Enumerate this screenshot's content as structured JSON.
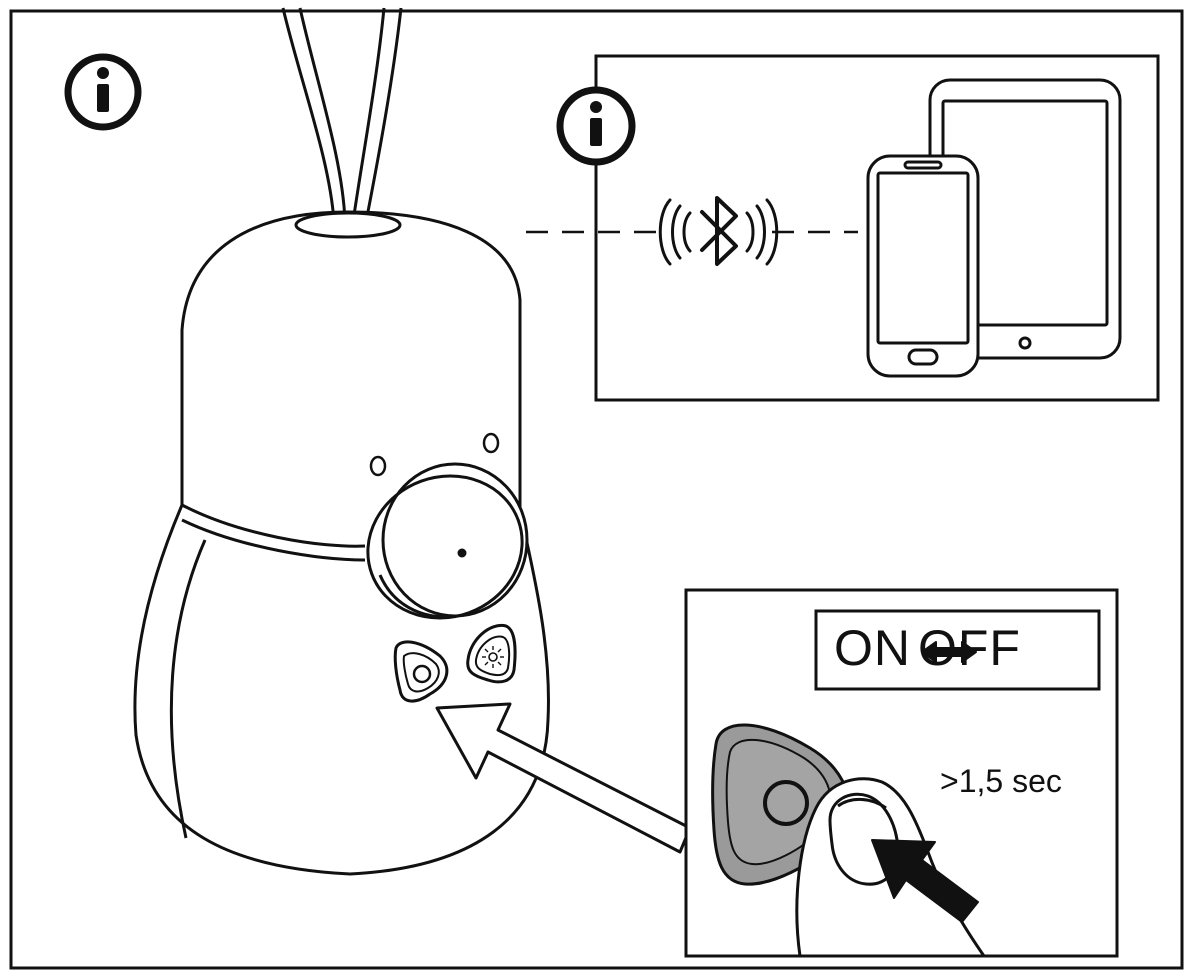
{
  "labels": {
    "on": "ON",
    "off": "OFF",
    "duration": ">1,5 sec"
  },
  "icons": {
    "main_info": "info-icon",
    "inset_info": "info-icon",
    "bluetooth": "bluetooth-icon",
    "smartphone": "smartphone-icon",
    "tablet": "tablet-icon",
    "power_button": "power-button-icon",
    "light_button": "light-button-icon",
    "finger": "finger-press-icon",
    "arrow": "pointer-arrow-icon",
    "toggle_arrow": "toggle-arrow-icon"
  },
  "colors": {
    "ink": "#111111",
    "button_fill": "#9a9a9a",
    "background": "#ffffff"
  }
}
